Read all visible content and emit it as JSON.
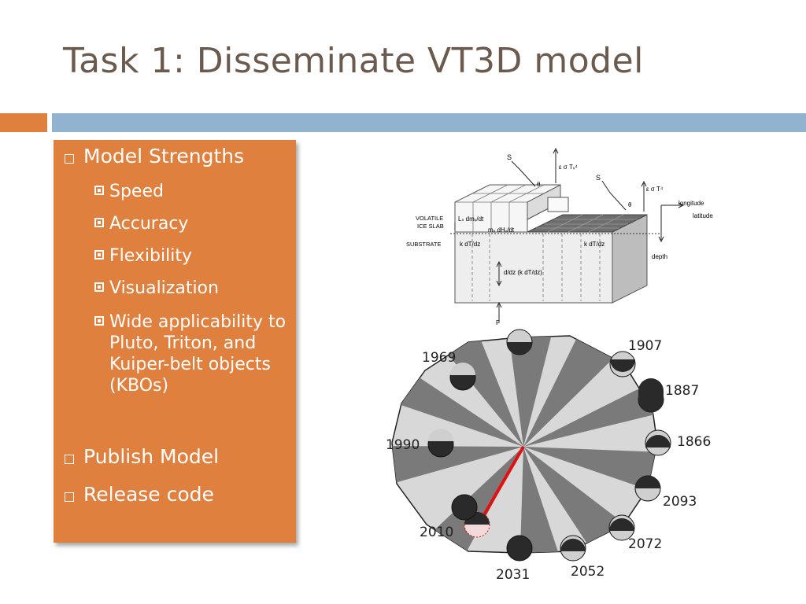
{
  "slide": {
    "title": "Task 1: Disseminate VT3D model",
    "bullets": [
      {
        "label": "Model Strengths",
        "sub": [
          "Speed",
          "Accuracy",
          "Flexibility",
          "Visualization",
          "Wide applicability to Pluto, Triton, and Kuiper-belt objects (KBOs)"
        ]
      },
      {
        "label": "Publish Model"
      },
      {
        "label": "Release code"
      }
    ]
  },
  "diagram": {
    "labels": {
      "s1": "S",
      "s2": "S",
      "theta1": "θ",
      "theta2": "θ",
      "emit1": "ε σ Tᵥ⁴",
      "emit2": "ε σ T⁴",
      "volatile": "VOLATILE",
      "ice_slab": "ICE SLAB",
      "substrate": "SUBSTRATE",
      "ls": "Lₛ dmᵥ/dt",
      "mv": "mᵥ dHᵥ/dt",
      "kdt1": "k dT/dz",
      "kdt2": "k dT/dz",
      "ddz": "d/dz (k dT/dz)",
      "f": "F",
      "longitude": "longitude",
      "latitude": "latitude",
      "depth": "depth"
    }
  },
  "clock": {
    "years": [
      "1907",
      "1887",
      "1866",
      "2093",
      "2072",
      "2052",
      "2031",
      "2010",
      "1990",
      "1969"
    ]
  },
  "colors": {
    "accent_orange": "#e0803f",
    "accent_blue": "#91b3cf",
    "title": "#6b5a4e"
  }
}
